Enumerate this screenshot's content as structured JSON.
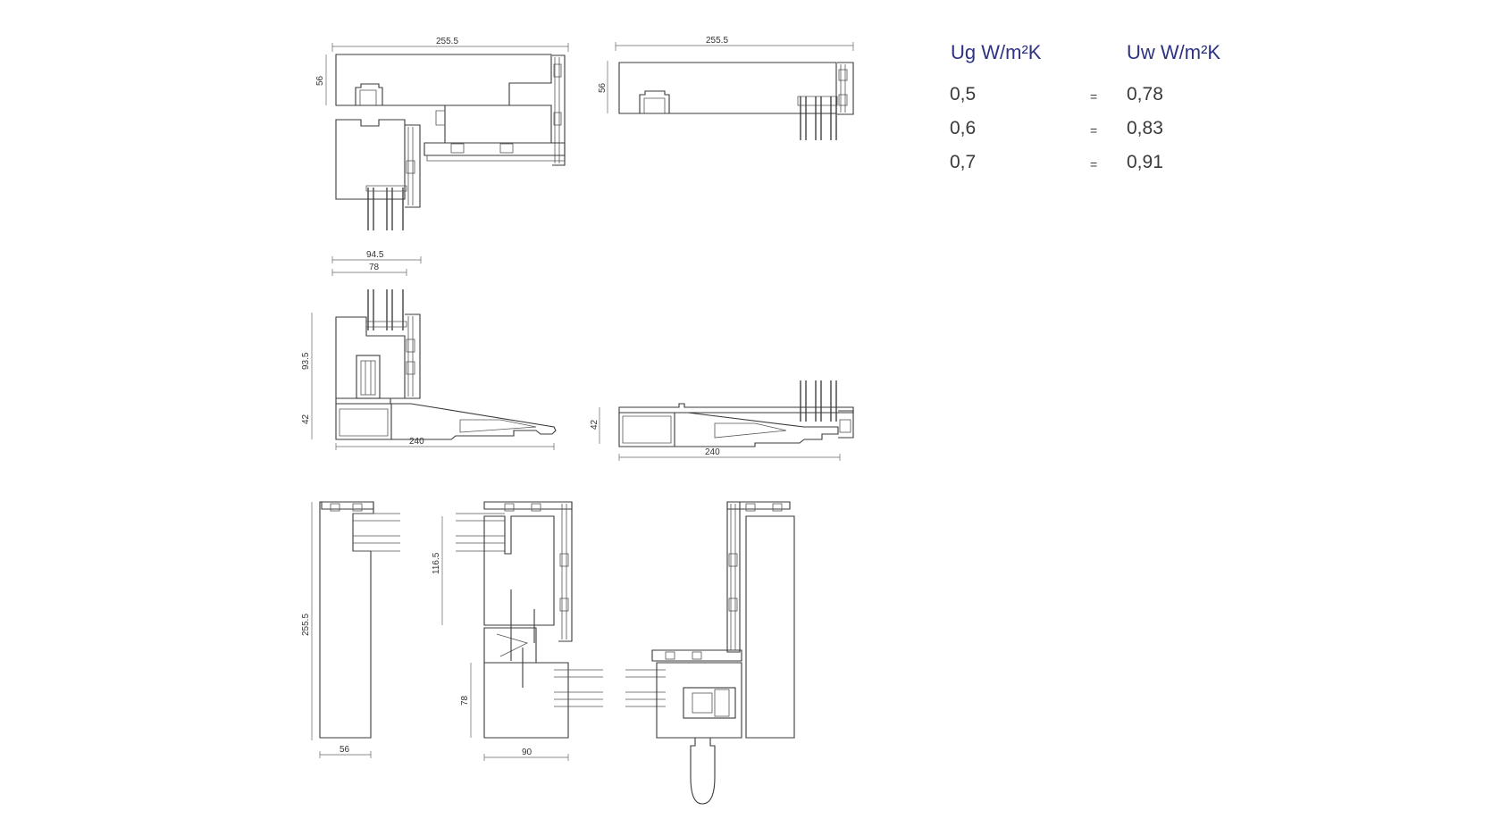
{
  "table": {
    "ug_header": "Ug W/m²K",
    "uw_header": "Uw W/m²K",
    "equals": "=",
    "rows": [
      {
        "ug": "0,5",
        "uw": "0,78"
      },
      {
        "ug": "0,6",
        "uw": "0,83"
      },
      {
        "ug": "0,7",
        "uw": "0,91"
      }
    ],
    "header_color": "#2e3383"
  },
  "dimensions": {
    "top_left_width": "255.5",
    "top_left_height": "56",
    "top_right_width": "255.5",
    "top_right_height": "56",
    "mid_left_width_outer": "94.5",
    "mid_left_width_inner": "78",
    "mid_left_height_upper": "93.5",
    "mid_left_height_lower": "42",
    "mid_left_sill_width": "240",
    "mid_right_height": "42",
    "mid_right_sill_width": "240",
    "bottom_left_height": "255.5",
    "bottom_left_width": "56",
    "bottom_mid_height_upper": "116.5",
    "bottom_mid_height_lower": "78",
    "bottom_mid_width": "90"
  }
}
